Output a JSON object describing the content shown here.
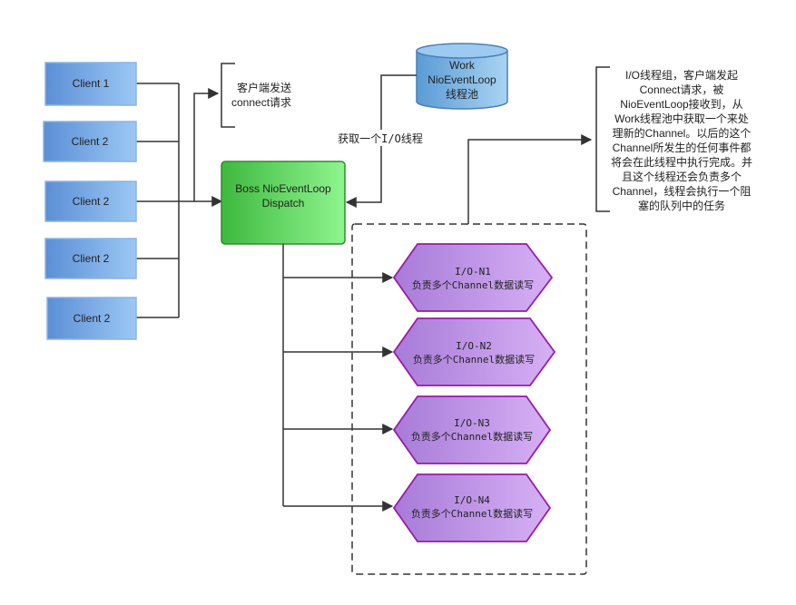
{
  "clients": [
    {
      "label": "Client 1"
    },
    {
      "label": "Client 2"
    },
    {
      "label": "Client 2"
    },
    {
      "label": "Client 2"
    },
    {
      "label": "Client 2"
    }
  ],
  "connect_note": {
    "lines": [
      "客户端发送",
      "connect请求"
    ]
  },
  "boss": {
    "lines": [
      "Boss NioEventLoop",
      "Dispatch"
    ]
  },
  "work_pool": {
    "lines": [
      "Work",
      "NioEventLoop",
      "线程池"
    ]
  },
  "fetch_label": "获取一个I/O线程",
  "io_nodes": [
    {
      "name": "I/O-N1",
      "desc": "负责多个Channel数据读写"
    },
    {
      "name": "I/O-N2",
      "desc": "负责多个Channel数据读写"
    },
    {
      "name": "I/O-N3",
      "desc": "负责多个Channel数据读写"
    },
    {
      "name": "I/O-N4",
      "desc": "负责多个Channel数据读写"
    }
  ],
  "io_note": {
    "lines": [
      "I/O线程组，客户端发起",
      "Connect请求，被",
      "NioEventLoop接收到，从",
      "Work线程池中获取一个来处",
      "理新的Channel。以后的这个",
      "Channel所发生的任何事件都",
      "将会在此线程中执行完成。并",
      "且这个线程还会负责多个",
      "Channel，线程会执行一个阻",
      "塞的队列中的任务"
    ]
  }
}
